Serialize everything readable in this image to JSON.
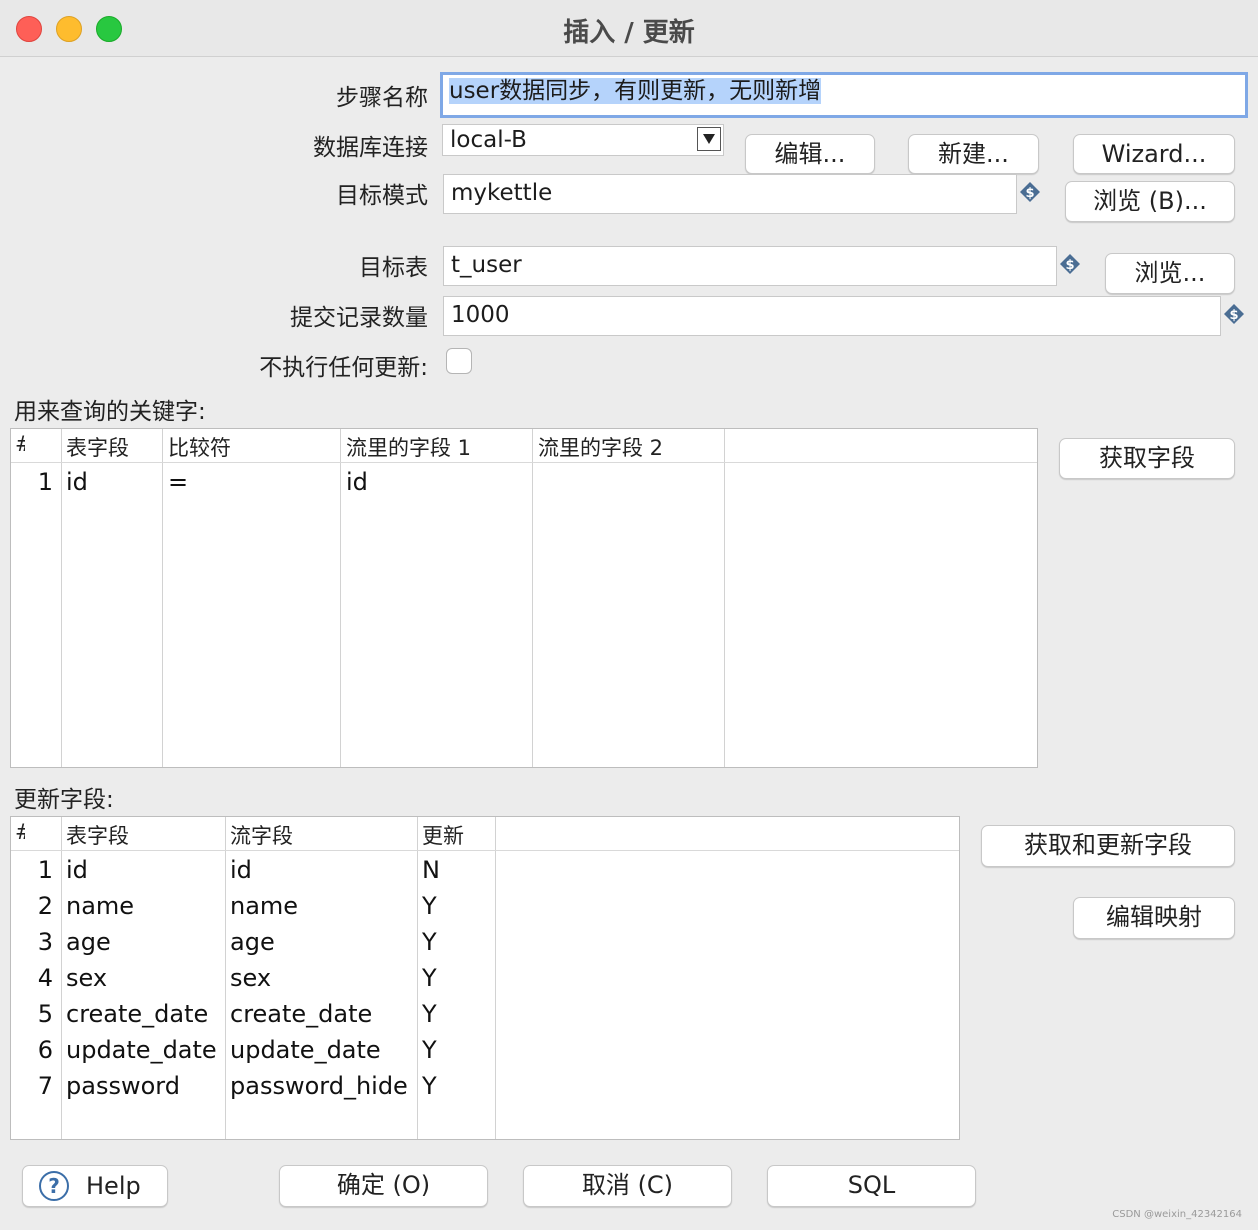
{
  "window": {
    "title": "插入 / 更新"
  },
  "form": {
    "step_name_label": "步骤名称",
    "step_name_value": "user数据同步，有则更新，无则新增",
    "db_conn_label": "数据库连接",
    "db_conn_value": "local-B",
    "edit_btn": "编辑...",
    "new_btn": "新建...",
    "wizard_btn": "Wizard...",
    "schema_label": "目标模式",
    "schema_value": "mykettle",
    "browse_b_btn": "浏览 (B)...",
    "table_label": "目标表",
    "table_value": "t_user",
    "browse_btn": "浏览...",
    "commit_label": "提交记录数量",
    "commit_value": "1000",
    "no_update_label": "不执行任何更新:"
  },
  "keys": {
    "section_label": "用来查询的关键字:",
    "headers": [
      "#",
      "表字段",
      "比较符",
      "流里的字段 1",
      "流里的字段 2"
    ],
    "rows": [
      {
        "num": "1",
        "table_field": "id",
        "comparator": "=",
        "stream_field1": "id",
        "stream_field2": ""
      }
    ],
    "get_fields_btn": "获取字段"
  },
  "update": {
    "section_label": "更新字段:",
    "headers": [
      "#",
      "表字段",
      "流字段",
      "更新"
    ],
    "rows": [
      {
        "num": "1",
        "table_field": "id",
        "stream_field": "id",
        "update": "N"
      },
      {
        "num": "2",
        "table_field": "name",
        "stream_field": "name",
        "update": "Y"
      },
      {
        "num": "3",
        "table_field": "age",
        "stream_field": "age",
        "update": "Y"
      },
      {
        "num": "4",
        "table_field": "sex",
        "stream_field": "sex",
        "update": "Y"
      },
      {
        "num": "5",
        "table_field": "create_date",
        "stream_field": "create_date",
        "update": "Y"
      },
      {
        "num": "6",
        "table_field": "update_date",
        "stream_field": "update_date",
        "update": "Y"
      },
      {
        "num": "7",
        "table_field": "password",
        "stream_field": "password_hide",
        "update": "Y"
      }
    ],
    "get_update_btn": "获取和更新字段",
    "edit_mapping_btn": "编辑映射"
  },
  "footer": {
    "help_btn": "Help",
    "ok_btn": "确定 (O)",
    "cancel_btn": "取消 (C)",
    "sql_btn": "SQL",
    "watermark": "CSDN @weixin_42342164"
  },
  "icons": {
    "variable": "dollar-variable-icon",
    "help": "question-circle-icon"
  },
  "colors": {
    "focus_border": "#7fa8e6",
    "selection": "#b5d3fb",
    "variable_icon": "#4a6d93"
  }
}
